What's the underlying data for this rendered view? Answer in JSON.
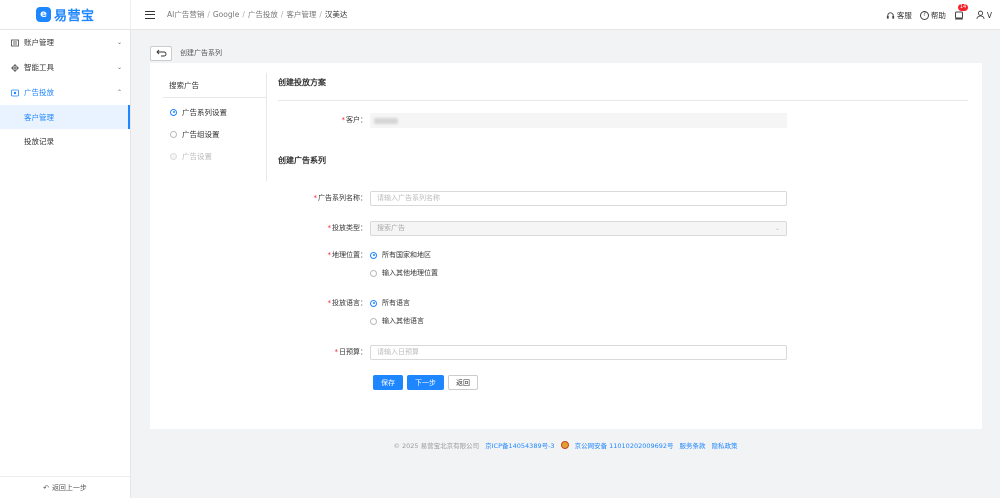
{
  "app": {
    "logo_text": "易营宝",
    "logo_mark": "e"
  },
  "breadcrumb": [
    "AI广告营销",
    "Google",
    "广告投放",
    "客户管理",
    "汉美达"
  ],
  "top_right": {
    "service_label": "客服",
    "help_label": "帮助",
    "notice_badge": "14",
    "user_chevron": "V"
  },
  "sidebar": {
    "items": [
      {
        "label": "账户管理",
        "icon": "account-icon"
      },
      {
        "label": "智能工具",
        "icon": "tools-icon"
      },
      {
        "label": "广告投放",
        "icon": "ad-icon"
      }
    ],
    "sub_items": [
      "客户管理",
      "投放记录"
    ],
    "back_label": "返回上一步"
  },
  "page_header": {
    "title": "创建广告系列"
  },
  "steps": {
    "title": "搜索广告",
    "items": [
      "广告系列设置",
      "广告组设置",
      "广告设置"
    ]
  },
  "form": {
    "section1_title": "创建投放方案",
    "client_label": "客户",
    "section2_title": "创建广告系列",
    "campaign_name_label": "广告系列名称",
    "campaign_name_placeholder": "请输入广告系列名称",
    "campaign_type_label": "投放类型",
    "campaign_type_value": "搜索广告",
    "location_label": "地理位置",
    "location_options": [
      "所有国家和地区",
      "输入其他地理位置"
    ],
    "language_label": "投放语言",
    "language_options": [
      "所有语言",
      "输入其他语言"
    ],
    "budget_label": "日预算",
    "budget_placeholder": "请输入日预算",
    "buttons": {
      "save": "保存",
      "next": "下一步",
      "back": "返回"
    }
  },
  "footer": {
    "copyright": "© 2025 易营宝北京有限公司",
    "icp": "京ICP备14054389号-3",
    "police": "京公网安备 11010202009692号",
    "terms": "服务条款",
    "privacy": "隐私政策"
  },
  "colors": {
    "primary": "#1e86ff",
    "required": "#f5222d",
    "badge": "#f5222d"
  }
}
